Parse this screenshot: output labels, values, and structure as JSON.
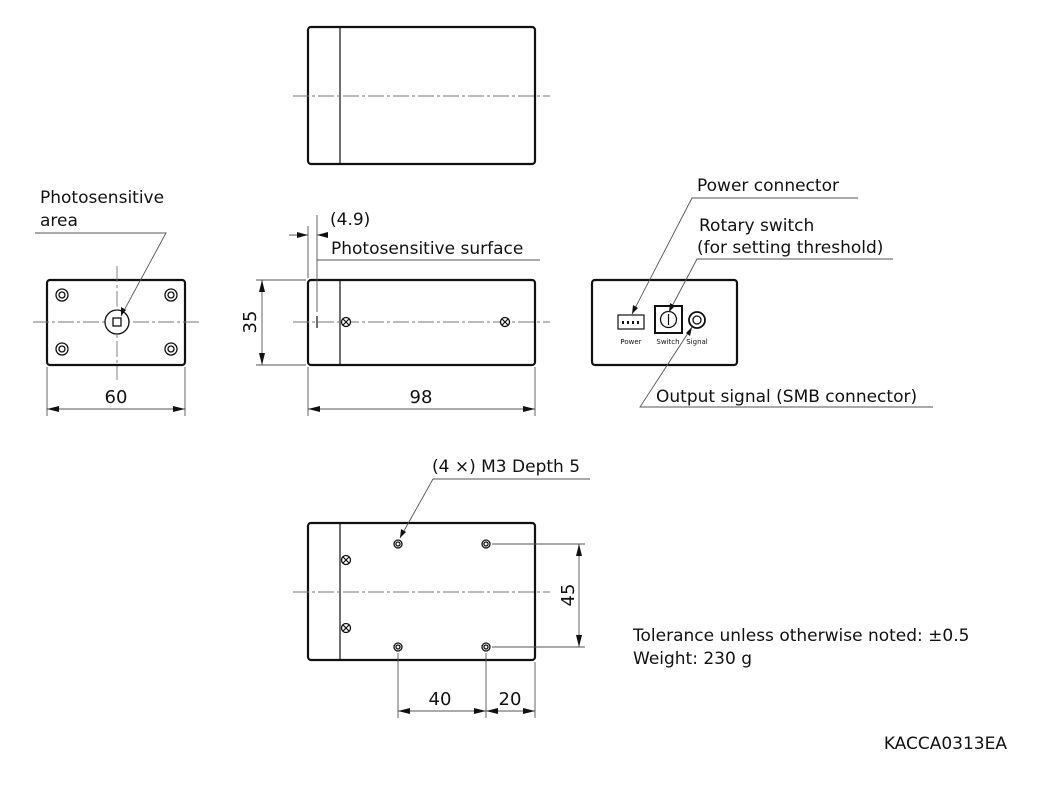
{
  "labels": {
    "photosensitive_area_line1": "Photosensitive",
    "photosensitive_area_line2": "area",
    "photosensitive_surface": "Photosensitive surface",
    "power_connector": "Power connector",
    "rotary_switch_line1": "Rotary switch",
    "rotary_switch_line2": "(for setting threshold)",
    "output_signal": "Output signal (SMB connector)",
    "mounting_holes": "(4 ×) M3 Depth 5"
  },
  "panel_labels": {
    "power": "Power",
    "switch": "Switch",
    "signal": "Signal"
  },
  "dimensions": {
    "offset_4_9": "(4.9)",
    "height_35": "35",
    "width_60": "60",
    "length_98": "98",
    "pitch_45": "45",
    "pitch_40": "40",
    "offset_20": "20"
  },
  "notes": {
    "tolerance": "Tolerance unless otherwise noted:  ±0.5",
    "weight": "Weight:  230 g"
  },
  "drawing_code": "KACCA0313EA"
}
